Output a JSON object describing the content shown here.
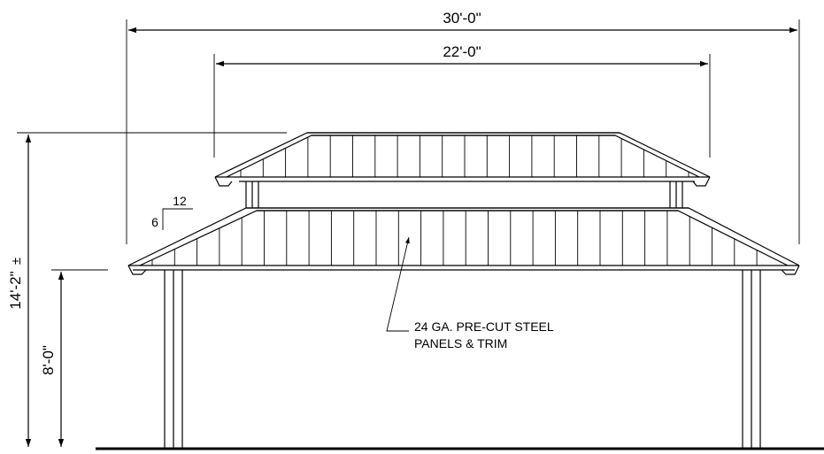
{
  "dimensions": {
    "overall_width": "30'-0\"",
    "upper_width": "22'-0\"",
    "overall_height": "14'-2\"",
    "overall_height_tolerance": "±",
    "eave_height": "8'-0\""
  },
  "roof_pitch": {
    "run": "12",
    "rise": "6"
  },
  "callout": {
    "line1": "24 GA. PRE-CUT STEEL",
    "line2": "PANELS & TRIM"
  }
}
